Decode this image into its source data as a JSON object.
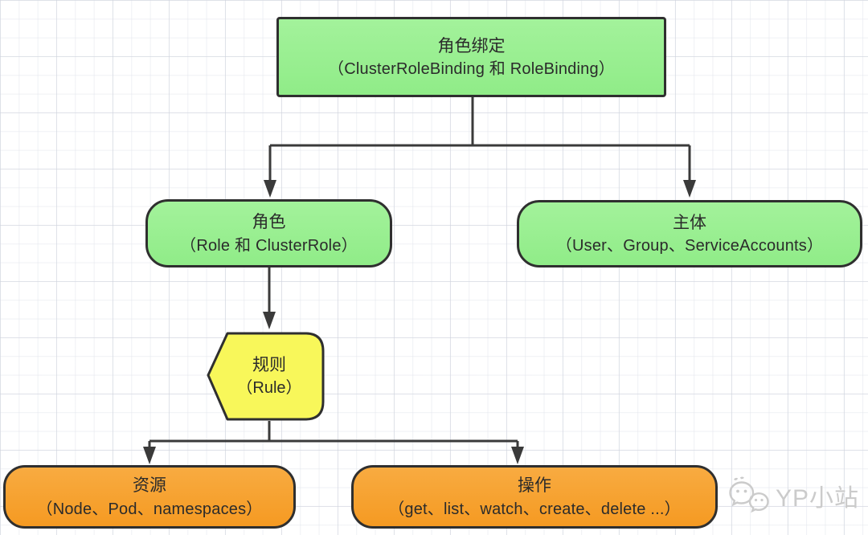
{
  "diagram": {
    "nodes": {
      "binding": {
        "title": "角色绑定",
        "subtitle": "（ClusterRoleBinding 和 RoleBinding）",
        "shape": "rectangle",
        "fill": "#98ee90"
      },
      "role": {
        "title": "角色",
        "subtitle": "（Role 和 ClusterRole）",
        "shape": "rounded-pill",
        "fill": "#98ee90"
      },
      "subject": {
        "title": "主体",
        "subtitle": "（User、Group、ServiceAccounts）",
        "shape": "rounded-pill",
        "fill": "#98ee90"
      },
      "rule": {
        "title": "规则",
        "subtitle": "（Rule）",
        "shape": "pentagon-left",
        "fill": "#f8f75a"
      },
      "resource": {
        "title": "资源",
        "subtitle": "（Node、Pod、namespaces）",
        "shape": "rounded-pill",
        "fill": "#f7a22f"
      },
      "action": {
        "title": "操作",
        "subtitle": "（get、list、watch、create、delete ...）",
        "shape": "rounded-pill",
        "fill": "#f7a22f"
      }
    },
    "edges": [
      {
        "from": "binding",
        "to": "role"
      },
      {
        "from": "binding",
        "to": "subject"
      },
      {
        "from": "role",
        "to": "rule"
      },
      {
        "from": "rule",
        "to": "resource"
      },
      {
        "from": "rule",
        "to": "action"
      }
    ],
    "colors": {
      "node_border": "#2f2f2f",
      "connector": "#3a3a3a",
      "text": "#2b2b2b",
      "grid_line": "#e3e6ec",
      "background": "#ffffff"
    },
    "watermark": {
      "text": "YP小站",
      "icon": "wechat-icon",
      "color": "#cbcbcb"
    }
  }
}
